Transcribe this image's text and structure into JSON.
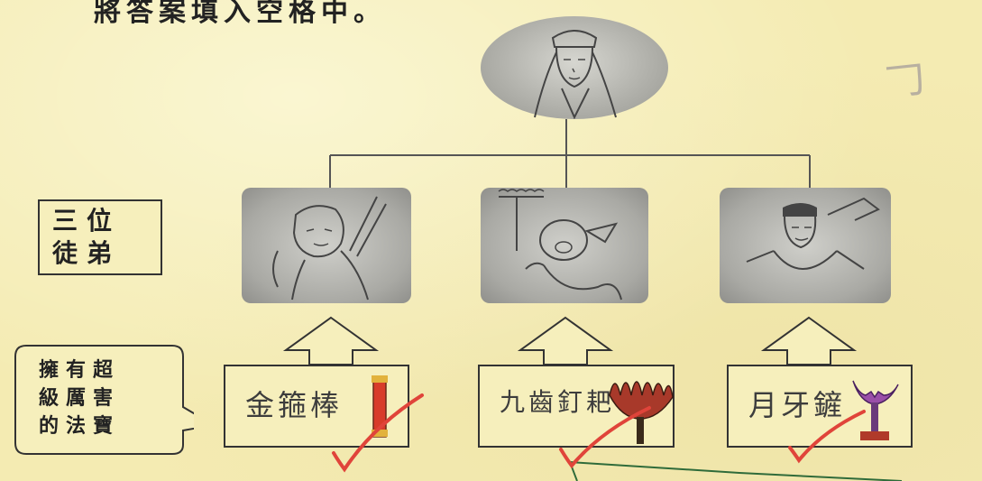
{
  "instruction": "將答案填入空格中。",
  "pencil_mark": "𠃌",
  "disciples_label": {
    "line1": "三位",
    "line2": "徒弟"
  },
  "treasure_bubble": {
    "line1": "擁有超",
    "line2": "級厲害",
    "line3": "的法寶"
  },
  "answers": [
    {
      "text": "金箍棒",
      "treasure_icon": "golden-cudgel-icon",
      "mark": "check-mark-icon"
    },
    {
      "text": "九齒釘耙",
      "treasure_icon": "nine-tooth-rake-icon",
      "mark": "check-mark-icon"
    },
    {
      "text": "月牙鏟",
      "treasure_icon": "crescent-spade-icon",
      "mark": "check-mark-icon"
    }
  ],
  "colors": {
    "paper": "#f4ebb2",
    "ink": "#222222",
    "check_mark": "#e0443a",
    "pencil_answer": "#3d3d3d",
    "green_line": "#2f6b3a"
  }
}
